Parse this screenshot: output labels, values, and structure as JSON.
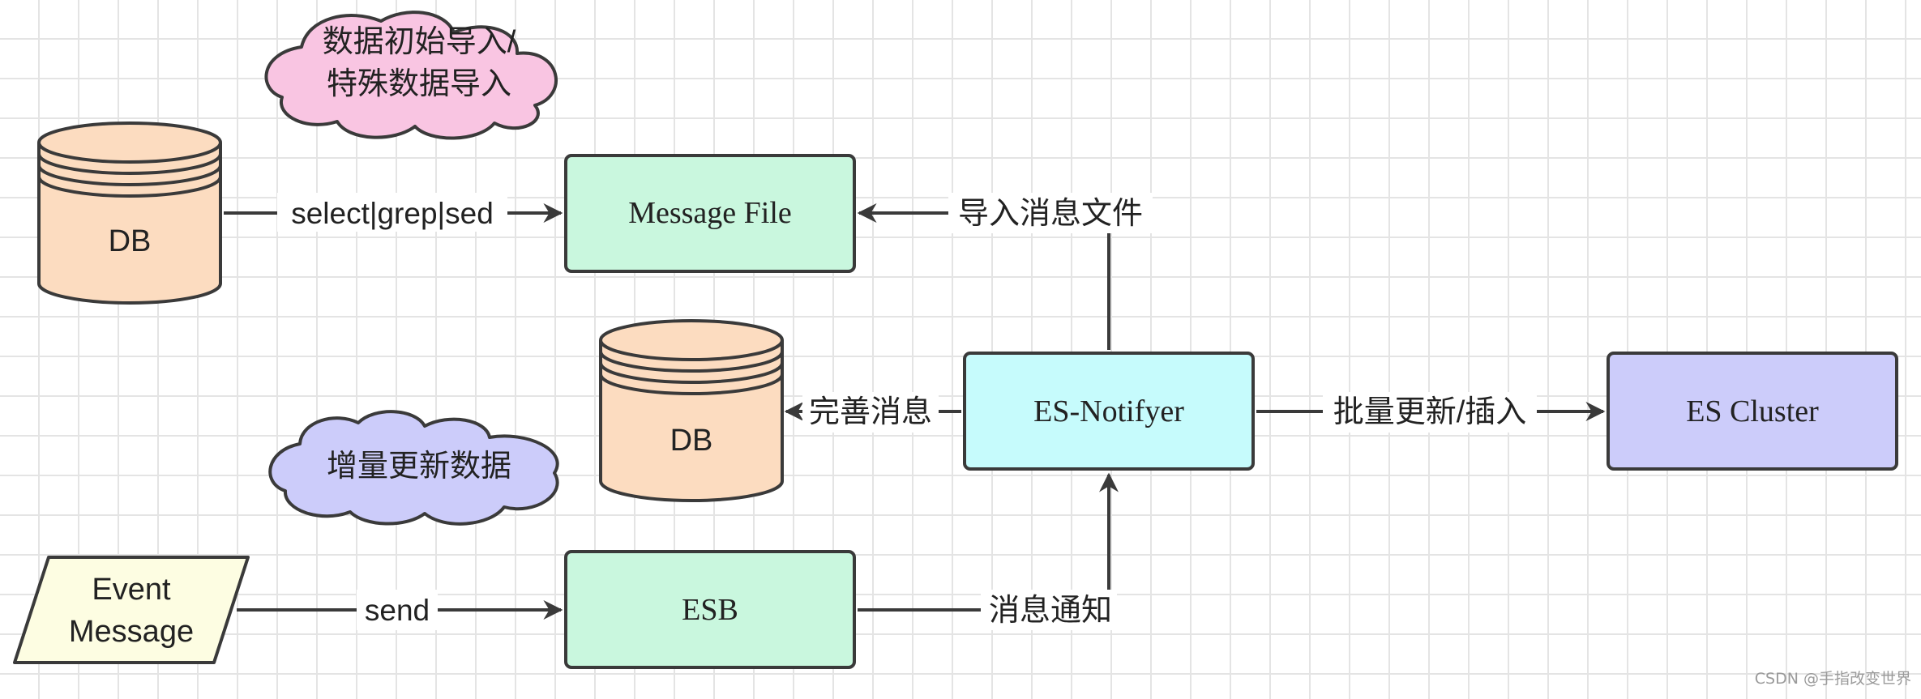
{
  "colors": {
    "db_fill": "#fcdcc0",
    "message_box_fill": "#c9f7de",
    "notifier_fill": "#c6fbfc",
    "cluster_fill": "#ccccfa",
    "cloud_pink": "#f9c5e2",
    "cloud_purple": "#ccccfa",
    "event_fill": "#fdfde2",
    "stroke": "#3a3a3a"
  },
  "nodes": {
    "db_top": {
      "label": "DB",
      "shape": "cylinder"
    },
    "db_mid": {
      "label": "DB",
      "shape": "cylinder"
    },
    "message_file": {
      "label": "Message File",
      "shape": "box"
    },
    "es_notifyer": {
      "label": "ES-Notifyer",
      "shape": "box"
    },
    "es_cluster": {
      "label": "ES Cluster",
      "shape": "box"
    },
    "esb": {
      "label": "ESB",
      "shape": "box"
    },
    "event_message": {
      "line1": "Event",
      "line2": "Message",
      "shape": "parallelogram"
    },
    "cloud_import": {
      "line1": "数据初始导入/",
      "line2": "特殊数据导入",
      "shape": "cloud"
    },
    "cloud_update": {
      "label": "增量更新数据",
      "shape": "cloud"
    }
  },
  "edges": {
    "select_grep_sed": "select|grep|sed",
    "import_message_file": "导入消息文件",
    "complete_message": "完善消息",
    "batch_update_insert": "批量更新/插入",
    "send": "send",
    "message_notify": "消息通知"
  },
  "watermark": "CSDN @手指改变世界"
}
